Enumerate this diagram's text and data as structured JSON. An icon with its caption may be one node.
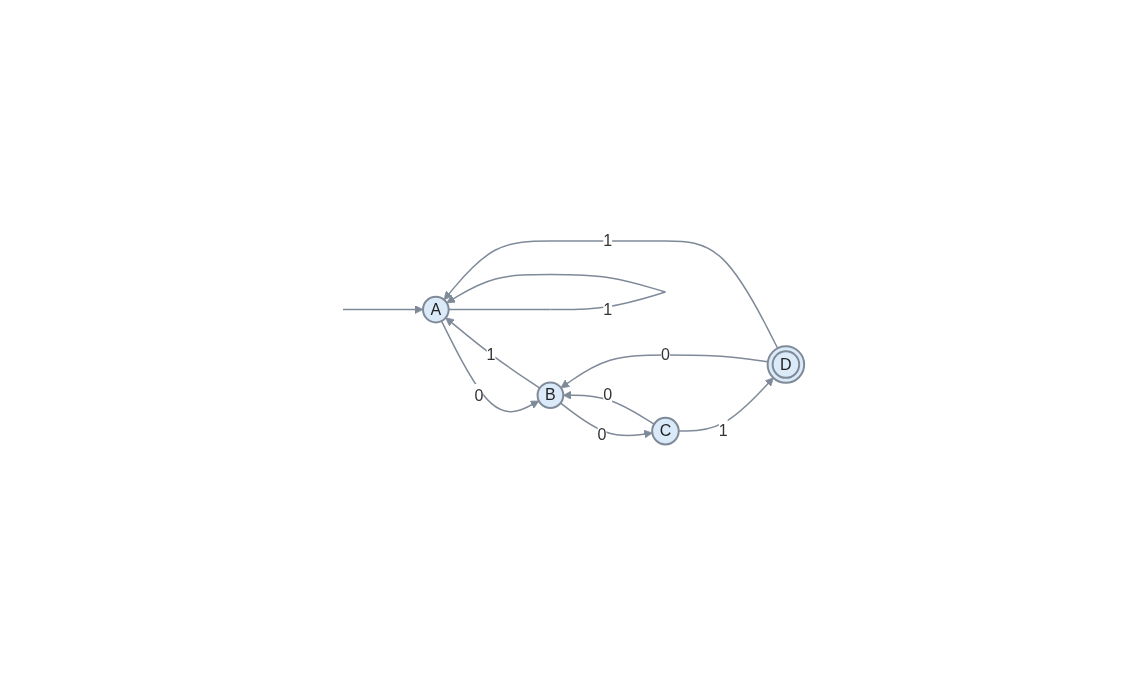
{
  "diagram": {
    "nodes": [
      {
        "text": [
          "A"
        ]
      },
      {
        "text": [
          "B"
        ]
      },
      {
        "text": [
          "C"
        ]
      },
      {
        "text": [
          "D"
        ]
      }
    ],
    "edges": [
      {
        "from": null,
        "to": 0,
        "arrow": "to"
      },
      {
        "from": 0,
        "to": 0,
        "label": "1",
        "arrow": "to"
      },
      {
        "from": 0,
        "to": 1,
        "label": "0",
        "arrow": "to"
      },
      {
        "from": 1,
        "to": 2,
        "label": "0",
        "arrow": "to"
      },
      {
        "from": 2,
        "to": 3,
        "label": "1",
        "arrow": "to"
      },
      {
        "from": 1,
        "to": 0,
        "label": "1",
        "arrow": "to"
      },
      {
        "from": 2,
        "to": 1,
        "label": "0",
        "arrow": "to"
      },
      {
        "from": 3,
        "to": 1,
        "label": "0",
        "arrow": "to"
      },
      {
        "from": 3,
        "to": 0,
        "label": "1",
        "arrow": "to"
      }
    ]
  }
}
